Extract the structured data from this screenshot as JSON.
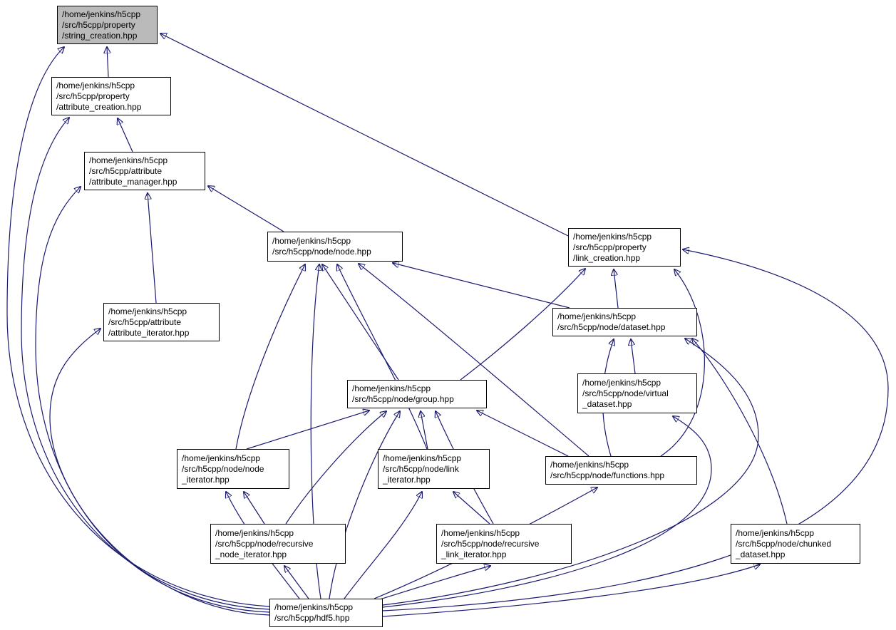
{
  "diagram": {
    "kind": "include-dependency-graph",
    "edge_color": "#191970",
    "node_border_color": "#000000",
    "node_fill": "#ffffff",
    "highlight_fill": "#bababa"
  },
  "nodes": {
    "string_creation": {
      "label": "/home/jenkins/h5cpp\n/src/h5cpp/property\n/string_creation.hpp",
      "highlighted": true
    },
    "attribute_creation": {
      "label": "/home/jenkins/h5cpp\n/src/h5cpp/property\n/attribute_creation.hpp",
      "highlighted": false
    },
    "attribute_manager": {
      "label": "/home/jenkins/h5cpp\n/src/h5cpp/attribute\n/attribute_manager.hpp",
      "highlighted": false
    },
    "node": {
      "label": "/home/jenkins/h5cpp\n/src/h5cpp/node/node.hpp",
      "highlighted": false
    },
    "link_creation": {
      "label": "/home/jenkins/h5cpp\n/src/h5cpp/property\n/link_creation.hpp",
      "highlighted": false
    },
    "attribute_iterator": {
      "label": "/home/jenkins/h5cpp\n/src/h5cpp/attribute\n/attribute_iterator.hpp",
      "highlighted": false
    },
    "dataset": {
      "label": "/home/jenkins/h5cpp\n/src/h5cpp/node/dataset.hpp",
      "highlighted": false
    },
    "group": {
      "label": "/home/jenkins/h5cpp\n/src/h5cpp/node/group.hpp",
      "highlighted": false
    },
    "virtual_dataset": {
      "label": "/home/jenkins/h5cpp\n/src/h5cpp/node/virtual\n_dataset.hpp",
      "highlighted": false
    },
    "node_iterator": {
      "label": "/home/jenkins/h5cpp\n/src/h5cpp/node/node\n_iterator.hpp",
      "highlighted": false
    },
    "link_iterator": {
      "label": "/home/jenkins/h5cpp\n/src/h5cpp/node/link\n_iterator.hpp",
      "highlighted": false
    },
    "functions": {
      "label": "/home/jenkins/h5cpp\n/src/h5cpp/node/functions.hpp",
      "highlighted": false
    },
    "recursive_node_iterator": {
      "label": "/home/jenkins/h5cpp\n/src/h5cpp/node/recursive\n_node_iterator.hpp",
      "highlighted": false
    },
    "recursive_link_iterator": {
      "label": "/home/jenkins/h5cpp\n/src/h5cpp/node/recursive\n_link_iterator.hpp",
      "highlighted": false
    },
    "chunked_dataset": {
      "label": "/home/jenkins/h5cpp\n/src/h5cpp/node/chunked\n_dataset.hpp",
      "highlighted": false
    },
    "hdf5": {
      "label": "/home/jenkins/h5cpp\n/src/h5cpp/hdf5.hpp",
      "highlighted": false
    }
  },
  "edges": [
    {
      "from": "attribute_creation",
      "to": "string_creation"
    },
    {
      "from": "link_creation",
      "to": "string_creation"
    },
    {
      "from": "hdf5",
      "to": "string_creation"
    },
    {
      "from": "attribute_manager",
      "to": "attribute_creation"
    },
    {
      "from": "hdf5",
      "to": "attribute_creation"
    },
    {
      "from": "node",
      "to": "attribute_manager"
    },
    {
      "from": "attribute_iterator",
      "to": "attribute_manager"
    },
    {
      "from": "hdf5",
      "to": "attribute_manager"
    },
    {
      "from": "hdf5",
      "to": "attribute_iterator"
    },
    {
      "from": "group",
      "to": "node"
    },
    {
      "from": "dataset",
      "to": "node"
    },
    {
      "from": "node_iterator",
      "to": "node"
    },
    {
      "from": "link_iterator",
      "to": "node"
    },
    {
      "from": "functions",
      "to": "node"
    },
    {
      "from": "hdf5",
      "to": "node"
    },
    {
      "from": "dataset",
      "to": "link_creation"
    },
    {
      "from": "group",
      "to": "link_creation"
    },
    {
      "from": "functions",
      "to": "link_creation"
    },
    {
      "from": "hdf5",
      "to": "link_creation"
    },
    {
      "from": "virtual_dataset",
      "to": "dataset"
    },
    {
      "from": "chunked_dataset",
      "to": "dataset"
    },
    {
      "from": "functions",
      "to": "dataset"
    },
    {
      "from": "hdf5",
      "to": "dataset"
    },
    {
      "from": "node_iterator",
      "to": "group"
    },
    {
      "from": "link_iterator",
      "to": "group"
    },
    {
      "from": "recursive_node_iterator",
      "to": "group"
    },
    {
      "from": "recursive_link_iterator",
      "to": "group"
    },
    {
      "from": "functions",
      "to": "group"
    },
    {
      "from": "hdf5",
      "to": "group"
    },
    {
      "from": "recursive_node_iterator",
      "to": "node_iterator"
    },
    {
      "from": "hdf5",
      "to": "node_iterator"
    },
    {
      "from": "recursive_link_iterator",
      "to": "link_iterator"
    },
    {
      "from": "hdf5",
      "to": "link_iterator"
    },
    {
      "from": "hdf5",
      "to": "functions"
    },
    {
      "from": "hdf5",
      "to": "recursive_node_iterator"
    },
    {
      "from": "hdf5",
      "to": "recursive_link_iterator"
    },
    {
      "from": "hdf5",
      "to": "virtual_dataset"
    },
    {
      "from": "hdf5",
      "to": "chunked_dataset"
    }
  ]
}
